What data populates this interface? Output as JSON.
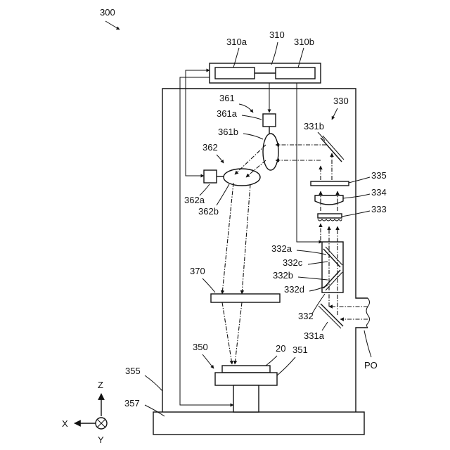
{
  "labels": {
    "fig": "300",
    "n310": "310",
    "n310a": "310a",
    "n310b": "310b",
    "n361": "361",
    "n361a": "361a",
    "n361b": "361b",
    "n362": "362",
    "n362a": "362a",
    "n362b": "362b",
    "n330": "330",
    "n331b": "331b",
    "n335": "335",
    "n334": "334",
    "n333": "333",
    "n332a": "332a",
    "n332c": "332c",
    "n332b": "332b",
    "n332d": "332d",
    "n332": "332",
    "n331a": "331a",
    "n370": "370",
    "n350": "350",
    "n20": "20",
    "n351": "351",
    "n355": "355",
    "n357": "357",
    "po": "PO"
  },
  "axes": {
    "z": "Z",
    "x": "X",
    "y": "Y"
  }
}
